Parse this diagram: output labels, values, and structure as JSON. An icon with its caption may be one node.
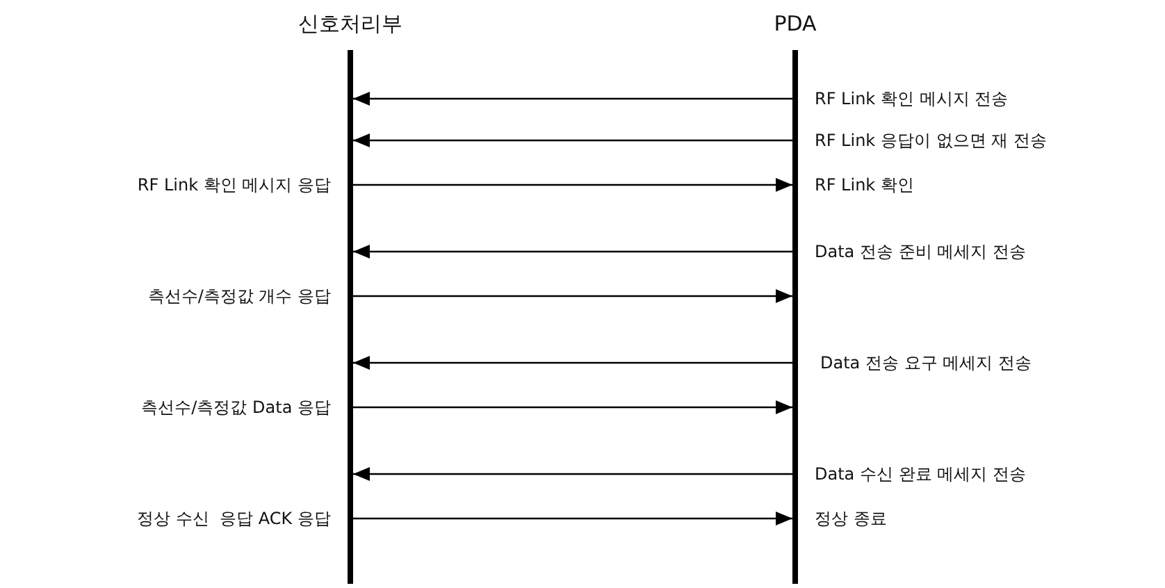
{
  "diagram": {
    "nodes": [
      {
        "text": [
          "신호처리부"
        ]
      },
      {
        "text": [
          "PDA"
        ]
      }
    ],
    "edges": [
      {
        "from": 1,
        "to": 0,
        "arrow": "to",
        "label": "RF Link 확인 메시지 전송"
      },
      {
        "from": 1,
        "to": 0,
        "arrow": "to",
        "label": "RF Link 응답이 없으면 재 전송"
      },
      {
        "from": 0,
        "to": 1,
        "arrow": "to",
        "label": "RF Link 확인 메시지 응답"
      },
      {
        "from": 1,
        "to": 0,
        "arrow": "to",
        "label": "Data 전송 준비 메세지 전송"
      },
      {
        "from": 0,
        "to": 1,
        "arrow": "to",
        "label": "측선수/측정값 개수 응답"
      },
      {
        "from": 1,
        "to": 0,
        "arrow": "to",
        "label": "Data 전송 요구 메세지 전송"
      },
      {
        "from": 0,
        "to": 1,
        "arrow": "to",
        "label": "측선수/측정값 Data 응답"
      },
      {
        "from": 1,
        "to": 0,
        "arrow": "to",
        "label": "Data 수신 완료 메세지 전송"
      },
      {
        "from": 0,
        "to": 1,
        "arrow": "to",
        "label": "정상 수신  응답 ACK 응답"
      }
    ],
    "labels": [
      "RF Link 확인",
      "정상 종료"
    ]
  }
}
